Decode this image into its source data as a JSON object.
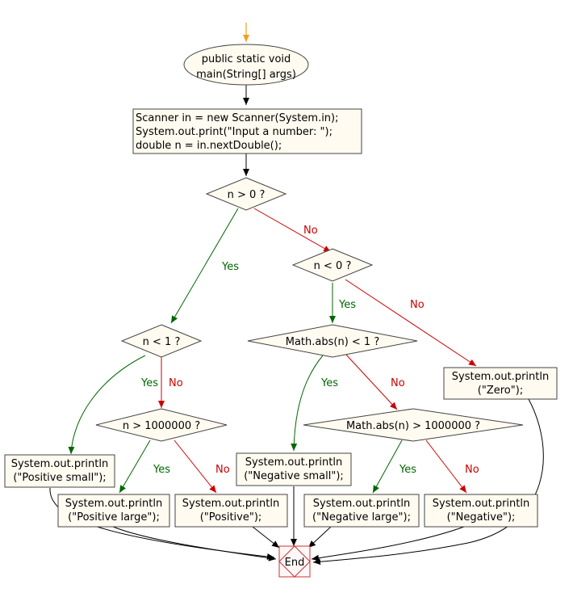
{
  "colors": {
    "node_fill": "#fffbf0",
    "node_stroke": "#444444",
    "yes": "#006600",
    "no": "#cc0000",
    "start_arrow": "#f0a020",
    "end_stroke": "#cc3333"
  },
  "nodes": {
    "start": {
      "lines": [
        "public static void",
        "main(String[] args)"
      ]
    },
    "init": {
      "lines": [
        "Scanner in = new Scanner(System.in);",
        "System.out.print(\"Input a number: \");",
        "double n = in.nextDouble();"
      ]
    },
    "d_pos": {
      "lines": [
        "n > 0 ?"
      ]
    },
    "d_neg": {
      "lines": [
        "n < 0 ?"
      ]
    },
    "d_lt1": {
      "lines": [
        "n < 1 ?"
      ]
    },
    "d_big": {
      "lines": [
        "n > 1000000 ?"
      ]
    },
    "d_abs1": {
      "lines": [
        "Math.abs(n) < 1 ?"
      ]
    },
    "d_absbig": {
      "lines": [
        "Math.abs(n) > 1000000 ?"
      ]
    },
    "p_zero": {
      "lines": [
        "System.out.println",
        "(\"Zero\");"
      ]
    },
    "p_possmall": {
      "lines": [
        "System.out.println",
        "(\"Positive small\");"
      ]
    },
    "p_poslarge": {
      "lines": [
        "System.out.println",
        "(\"Positive large\");"
      ]
    },
    "p_pos": {
      "lines": [
        "System.out.println",
        "(\"Positive\");"
      ]
    },
    "p_negsmall": {
      "lines": [
        "System.out.println",
        "(\"Negative small\");"
      ]
    },
    "p_neglarge": {
      "lines": [
        "System.out.println",
        "(\"Negative large\");"
      ]
    },
    "p_neg": {
      "lines": [
        "System.out.println",
        "(\"Negative\");"
      ]
    },
    "end": {
      "lines": [
        "End"
      ]
    }
  },
  "edges": {
    "yes_label": "Yes",
    "no_label": "No"
  }
}
